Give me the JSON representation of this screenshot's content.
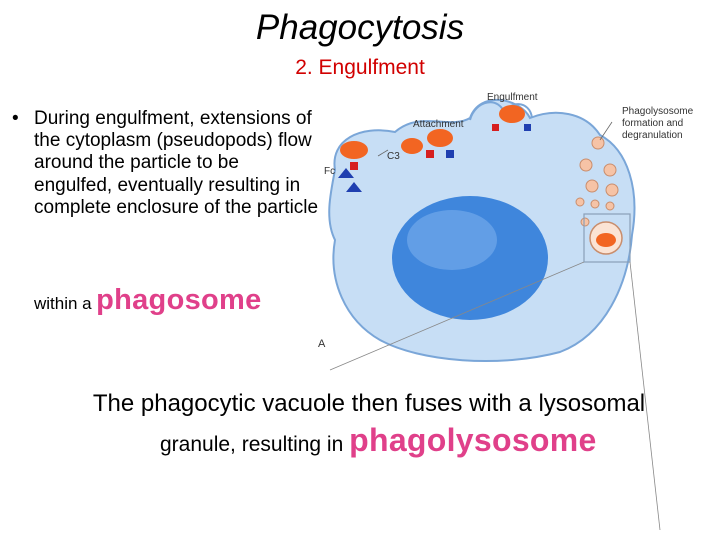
{
  "slide": {
    "title": "Phagocytosis",
    "subtitle": "2. Engulfment",
    "bullet_symbol": "•",
    "bullet_main": "During engulfment, extensions of the cytoplasm (pseudopods) flow around the particle to be engulfed, eventually resulting in complete enclosure of the particle",
    "bullet_prefix": "within a",
    "bullet_highlight": "phagosome",
    "bottom_line1": "The phagocytic vacuole then fuses with a lysosomal",
    "bottom_line2_prefix": "granule, resulting in",
    "bottom_highlight": "phagolysosome",
    "highlight_color": "#e0408a",
    "subtitle_color": "#d10000"
  },
  "diagram": {
    "labels": {
      "engulfment": "Engulfment",
      "attachment": "Attachment",
      "phagolysosome_line1": "Phagolysosome",
      "phagolysosome_line2": "formation and",
      "phagolysosome_line3": "degranulation",
      "c3": "C3",
      "fc": "Fc",
      "panel": "A"
    },
    "colors": {
      "cell": "#c7def5",
      "cell_outline": "#7aa6d8",
      "nucleus": "#3f86dc",
      "particle": "#f26522",
      "receptor_red": "#d61f1f",
      "receptor_blue": "#1f3fb0"
    }
  }
}
